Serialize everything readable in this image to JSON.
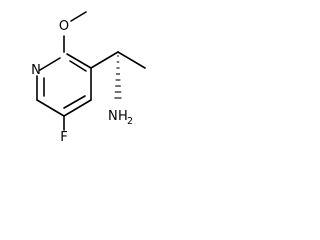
{
  "molecule": {
    "atoms": {
      "nitrogen": "N",
      "oxygen": "O",
      "fluorine": "F",
      "amine_n": "N",
      "amine_h": "H",
      "amine_sub": "2"
    }
  }
}
